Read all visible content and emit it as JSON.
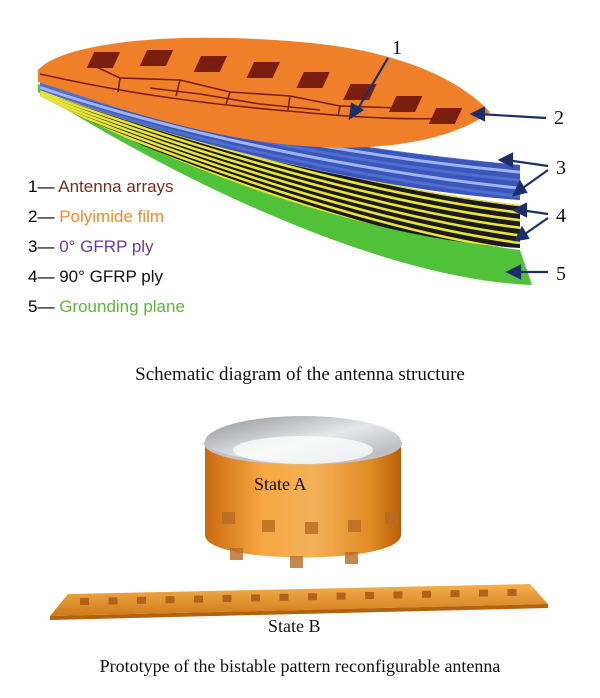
{
  "callouts": [
    "1",
    "2",
    "3",
    "4",
    "5"
  ],
  "legend": [
    {
      "num": "1",
      "label": "Antenna arrays",
      "color": "#7a2a1a"
    },
    {
      "num": "2",
      "label": "Polyimide film",
      "color": "#f08a2c"
    },
    {
      "num": "3",
      "label": "0° GFRP ply",
      "color": "#6a3aa8"
    },
    {
      "num": "4",
      "label": "90° GFRP ply",
      "color": "#111111"
    },
    {
      "num": "5",
      "label": "Grounding plane",
      "color": "#5cb83a"
    }
  ],
  "legend_separator": "—",
  "captions": {
    "schematic": "Schematic diagram of the antenna structure",
    "prototype": "Prototype of the bistable pattern reconfigurable antenna"
  },
  "states": {
    "a": "State A",
    "b": "State B"
  },
  "colors": {
    "polyimide": "#f07f2a",
    "patch": "#7a1f10",
    "blue_ply": "#4f6fd0",
    "yellow_ply": "#e9e43a",
    "ground": "#4fc23a",
    "arrow": "#1d2f6b"
  }
}
